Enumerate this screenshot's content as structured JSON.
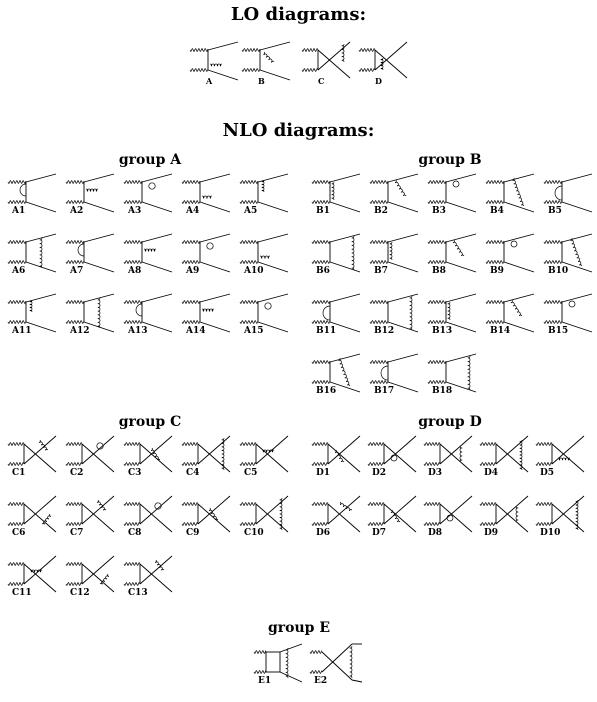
{
  "titles": {
    "lo": "LO diagrams:",
    "nlo": "NLO diagrams:"
  },
  "groups": {
    "A": "group A",
    "B": "group B",
    "C": "group C",
    "D": "group D",
    "E": "group E"
  },
  "lo_labels": [
    "A",
    "B",
    "C",
    "D"
  ],
  "group_a_labels": [
    "A1",
    "A2",
    "A3",
    "A4",
    "A5",
    "A6",
    "A7",
    "A8",
    "A9",
    "A10",
    "A11",
    "A12",
    "A13",
    "A14",
    "A15"
  ],
  "group_b_labels": [
    "B1",
    "B2",
    "B3",
    "B4",
    "B5",
    "B6",
    "B7",
    "B8",
    "B9",
    "B10",
    "B11",
    "B12",
    "B13",
    "B14",
    "B15",
    "B16",
    "B17",
    "B18"
  ],
  "group_c_labels": [
    "C1",
    "C2",
    "C3",
    "C4",
    "C5",
    "C6",
    "C7",
    "C8",
    "C9",
    "C10",
    "C11",
    "C12",
    "C13"
  ],
  "group_d_labels": [
    "D1",
    "D2",
    "D3",
    "D4",
    "D5",
    "D6",
    "D7",
    "D8",
    "D9",
    "D10"
  ],
  "group_e_labels": [
    "E1",
    "E2"
  ]
}
